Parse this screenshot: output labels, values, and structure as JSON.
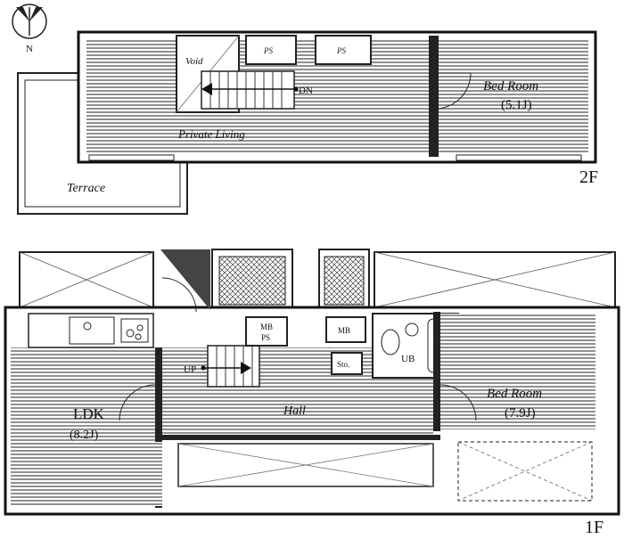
{
  "compass": {
    "north_label": "N"
  },
  "floor2": {
    "floor_label": "2F",
    "void_label": "Void",
    "ps1_label": "PS",
    "ps2_label": "PS",
    "dn_label": "DN",
    "private_living_label": "Private Living",
    "bedroom_label": "Bed Room",
    "bedroom_size": "(5.1J)",
    "terrace_label": "Terrace"
  },
  "floor1": {
    "floor_label": "1F",
    "ldk_label": "LDK",
    "ldk_size": "(8.2J)",
    "up_label": "UP",
    "mbps_label_line1": "MB",
    "mbps_label_line2": "PS",
    "mb_label": "MB",
    "storage_label": "Sto.",
    "ub_label": "UB",
    "hall_label": "Hall",
    "bedroom_label": "Bed Room",
    "bedroom_size": "(7.9J)"
  }
}
